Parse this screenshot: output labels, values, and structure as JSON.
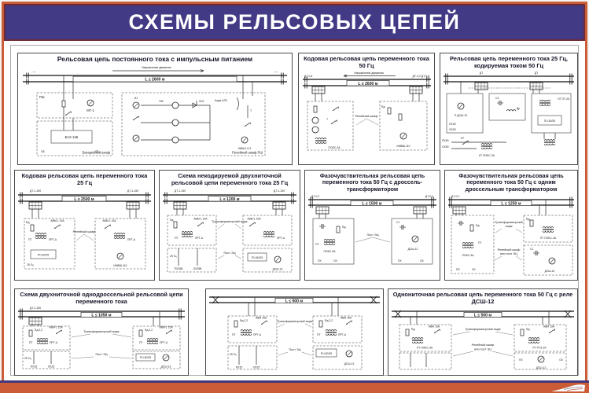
{
  "header": {
    "title": "СХЕМЫ РЕЛЬСОВЫХ ЦЕПЕЙ"
  },
  "panels": {
    "p1": {
      "title": "Рельсовая цепь постоянного тока с импульсным питанием",
      "direction": "Направление движения",
      "length": "L ≤ 2600 м",
      "plus_minus_left": "− +",
      "plus_minus_right": "+ −",
      "rsh": "РШ",
      "mt": "МТ-1",
      "battery": "БАХ-14Б",
      "ob": "ОБ",
      "pb": "ПБ",
      "cab_battery": "Батарейный шкаф",
      "i1": "И1",
      "pm": "ПМ",
      "vd": "VD1",
      "kody": "Коды АЛС",
      "t": "Т",
      "imsh": "ИМШ1-0,3",
      "cab_relay": "Релейный шкаф РШ"
    },
    "p2": {
      "title": "Кодовая рельсовая цепь переменного тока 50 Гц",
      "direction": "Направление движения",
      "length": "L ≤ 2600 м",
      "dt_left": "ДТ-0,6",
      "dt_right": "ДТ-0,2  ДТ-0,6",
      "t": "Т",
      "pobs": "ПОБС-3А",
      "cab": "Релейный шкаф",
      "rd": "Rд",
      "imvsh": "ИМВШ-110"
    },
    "p3": {
      "title": "Рельсовая цепь переменного тока 25 Гц, кодируемая током 50 Гц",
      "dt_left": "ДТ",
      "dt_right": "ДТ",
      "c4": "С4",
      "dr": "Др",
      "p_relay": "П ДСШ-13",
      "px25": "ПХ25",
      "ox25": "ОХ25",
      "kt": "КТ",
      "kt_tr": "КТ ПОБС-3А",
      "px50": "ПХ50",
      "ox50": "ОХ50",
      "pt": "ПТ ПТ-25",
      "pch": "ПЧ-50/25"
    },
    "p4": {
      "title": "Кодовая рельсовая цепь переменного тока 25 Гц",
      "length": "L ≤ 2500 м",
      "dt_left": "ДТ-1-150",
      "dt_right": "ДТ-1-150",
      "cab": "Релейный шкаф",
      "avm_l": "АВМ-1 15А",
      "avm_r": "АВМ-1 15А",
      "rd": "Rд",
      "pt_l": "ПТ",
      "prt_l": "ПРТ-А",
      "prt_r": "ПРТ-А",
      "pch": "ПЧ-50/25",
      "hz": "25 Гц",
      "imvsh": "ИМВШ-110"
    },
    "p5": {
      "title": "Схема некодируемой двухниточной рельсовой цепи переменного тока 25 Гц",
      "length": "L ≤ 1200 м",
      "dt_left": "ДТ-1-150",
      "dt_right": "ДТ-1-150",
      "box_tr": "Трансформаторный ящик",
      "box_post": "Пост ЭЦ",
      "avm_l": "АВМ-1 15А",
      "avm_r": "АВМ-1 15А",
      "rd": "Rд",
      "pt": "ПТ",
      "prt_l": "ПРТ-А",
      "prt_r": "ПРТ-А",
      "px": "ПХ25В",
      "ox": "ОХ25В",
      "hz": "25 Гц",
      "pch": "ПЧ-50/25",
      "dssh": "ДСШ-13"
    },
    "p6": {
      "title": "Фазочувствительная рельсовая цепь переменного тока 50 Гц с дроссель-трансформатором",
      "length": "L ≤ 1500 м",
      "dt_left": "ДТ-0,2",
      "dt_right": "ДТ-0,2",
      "post": "Пост ЭЦ",
      "rd": "Rд",
      "pt": "ПТ",
      "pobs": "ПОБС-3А",
      "c1": "С1",
      "dssh": "ДСШ-12",
      "px_l": "ПХ",
      "ox_l": "ОХ",
      "px_r": "ПХ",
      "ox_r": "ОХ"
    },
    "p7": {
      "title": "Фазочувствительная рельсовая цепь переменного тока 50 Гц с одним дроссельным трансформатором",
      "length": "L ≤ 1250 м",
      "dt": "ДТ-0,2",
      "box_tr_1": "Трансформаторный",
      "box_tr_2": "ящик",
      "cab_1": "Релейный шкаф",
      "cab_2": "или пост ЭЦ",
      "rd_l": "Rд",
      "rd_r": "Rд",
      "pt_l": "ПТ",
      "pobs_l": "ПОБС-3А",
      "pt_r": "ПТ ПОБС-3А",
      "c1": "С1",
      "dssh": "ДСШ-12",
      "px": "ПХ",
      "ox": "ОХ"
    },
    "p8": {
      "title": "Схема двухниточной однодроссельной рельсовой цепи переменного тока",
      "length": "L ≤ 1050 м",
      "dt": "ДТ-1-150",
      "box_tr": "Трансформаторный ящик",
      "post": "Пост ЭЦ",
      "rd_l": "Rд 2,2",
      "rd_r": "Rд 2,2",
      "avm_l": "АВМ-1 15А",
      "avm_r": "АВМ-1 15А",
      "pt_l": "ПТ",
      "prt_l": "ПРТ-А",
      "pt_r": "ПТ",
      "prt_r": "ПРТ-А",
      "px": "ПХ25",
      "ox": "ОХ25",
      "hz": "25 Гц",
      "pch": "ПЧ-50/25",
      "dssh": "ДСШ-13"
    },
    "p9": {
      "length": "L ≤ 500 м",
      "box_tr": "Трансформаторный ящик",
      "post": "Пост ЭЦ",
      "rd_l": "Rд 2,2",
      "rd_r": "Rд 2,2",
      "avm_l": "АВМ 15А",
      "avm_r": "АВМ 15А",
      "pt_l": "ПТ",
      "prt_l": "ПРТ-А",
      "pt_r": "ПТ",
      "prt_r": "ПРТ-А",
      "px": "ПХ25",
      "ox": "ОХ25",
      "hz": "25 Гц",
      "pch": "ПЧ-50/25",
      "dssh": "ДСШ-13"
    },
    "p10": {
      "title": "Однониточная рельсовая цепь переменного тока 50 Гц с реле ДСШ-12",
      "length": "L ≤ 500 м",
      "box_tr": "Трансформаторный ящик",
      "cab_1": "Релейный шкаф",
      "cab_2": "или пост ЭЦ",
      "rd_l": "Rд",
      "rd_r": "Rд",
      "avm_l": "АВМ 15А",
      "avm_r": "АВМ 15А",
      "pt": "ПТ ПОБС-3А",
      "rt": "РТ РТЭ-1А",
      "dssh": "ДСШ-12",
      "px": "ПХ",
      "ox": "ОХ"
    }
  }
}
